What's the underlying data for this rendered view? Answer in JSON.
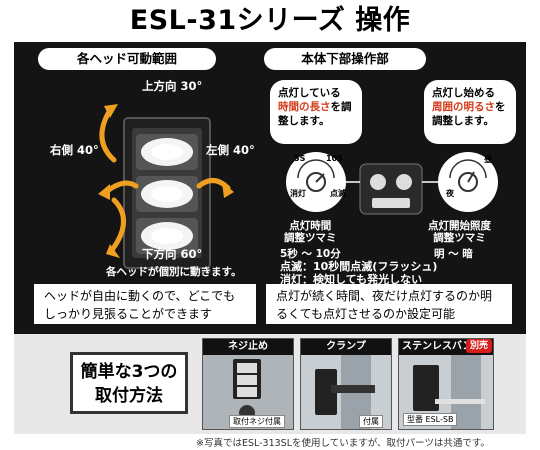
{
  "title": "ESL-31シリーズ 操作",
  "left_section": {
    "heading": "各ヘッド可動範囲",
    "up_label": "上方向 30°",
    "down_label": "下方向 60°",
    "right_label": "右側 40°",
    "left_label": "左側 40°",
    "note": "各ヘッドが個別に動きます。",
    "info": "ヘッドが自由に動くので、どこでもしっかり見張ることができます"
  },
  "right_section": {
    "heading": "本体下部操作部",
    "bubble_left": {
      "pre": "点灯している",
      "highlight": "時間の長さ",
      "post": "を調整します。"
    },
    "bubble_right": {
      "pre": "点灯し始める",
      "highlight": "周囲の明るさ",
      "post": "を調整します。"
    },
    "knob_left_marks": [
      "5S",
      "10S",
      "消灯",
      "点滅"
    ],
    "knob_right_marks": [
      "夜",
      "昼"
    ],
    "knob_left_label": "点灯時間\n調整ツマミ",
    "knob_right_label": "点灯開始照度\n調整ツマミ",
    "range_left": "5秒 〜 10分",
    "range_right": "明 〜 暗",
    "blink_line": "点滅：10秒間点滅(フラッシュ)",
    "off_line": "消灯：検知しても発光しない",
    "info": "点灯が続く時間、夜だけ点灯するのか明るくても点灯させるのか設定可能"
  },
  "bottom": {
    "methods_title": "簡単な3つの取付方法",
    "photos": [
      {
        "label": "ネジ止め",
        "caption": "取付ネジ付属"
      },
      {
        "label": "クランプ",
        "caption": "付属"
      },
      {
        "label": "ステンレスバンド",
        "badge": "別売",
        "caption": "型番 ESL-SB"
      }
    ],
    "note": "※写真ではESL-313SLを使用していますが、取付パーツは共通です。"
  },
  "colors": {
    "panel": "#141414",
    "accent_orange": "#f0a020",
    "highlight_red": "#d63a1a",
    "badge_red": "#d61e1e"
  }
}
